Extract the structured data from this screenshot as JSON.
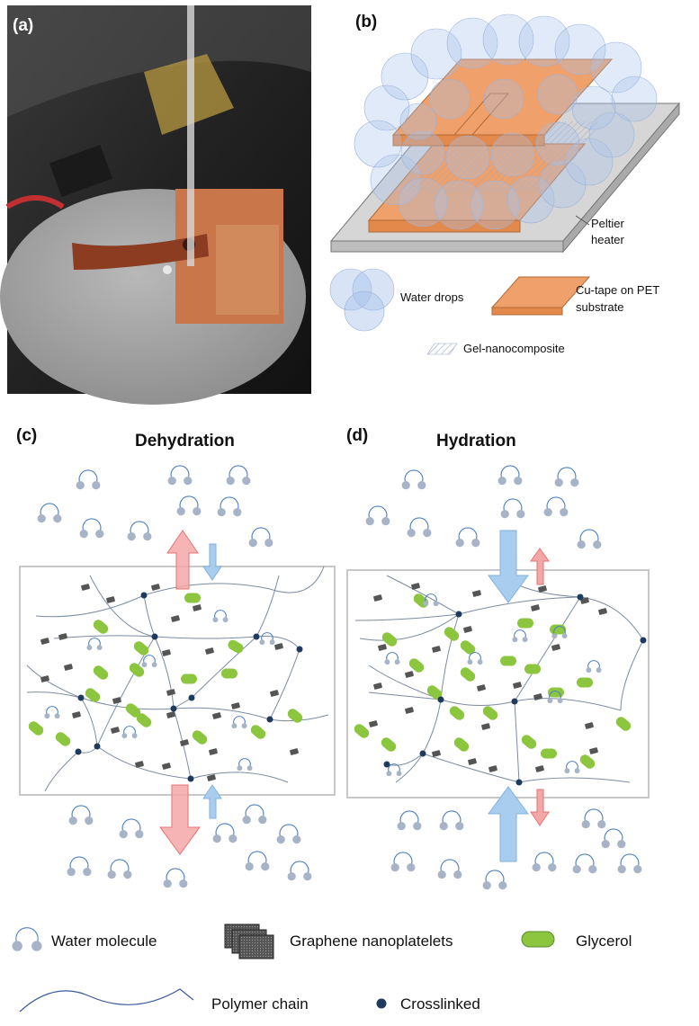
{
  "panels": {
    "a": {
      "label": "(a)"
    },
    "b": {
      "label": "(b)",
      "peltier": [
        "Peltier",
        "heater"
      ],
      "water_drops": "Water drops",
      "cu_tape": [
        "Cu-tape on PET",
        "substrate"
      ],
      "gel": "Gel-nanocomposite"
    },
    "c": {
      "label": "(c)",
      "title": "Dehydration"
    },
    "d": {
      "label": "(d)",
      "title": "Hydration"
    }
  },
  "legend": {
    "water": "Water molecule",
    "graphene": "Graphene nanoplatelets",
    "glycerol": "Glycerol",
    "polymer": "Polymer chain",
    "crosslink": "Crosslinked"
  },
  "colors": {
    "water": "#4a7fc1",
    "water_dot": "#a7b3c6",
    "glycerol": "#8cc63f",
    "crosslink": "#1f3a5c",
    "chain": "#7c8ba3",
    "red_arrow": "#f4a7a7",
    "blue_arrow": "#a9cdee",
    "copper": "#f0a06a",
    "peltier": "#d6d6d6"
  }
}
